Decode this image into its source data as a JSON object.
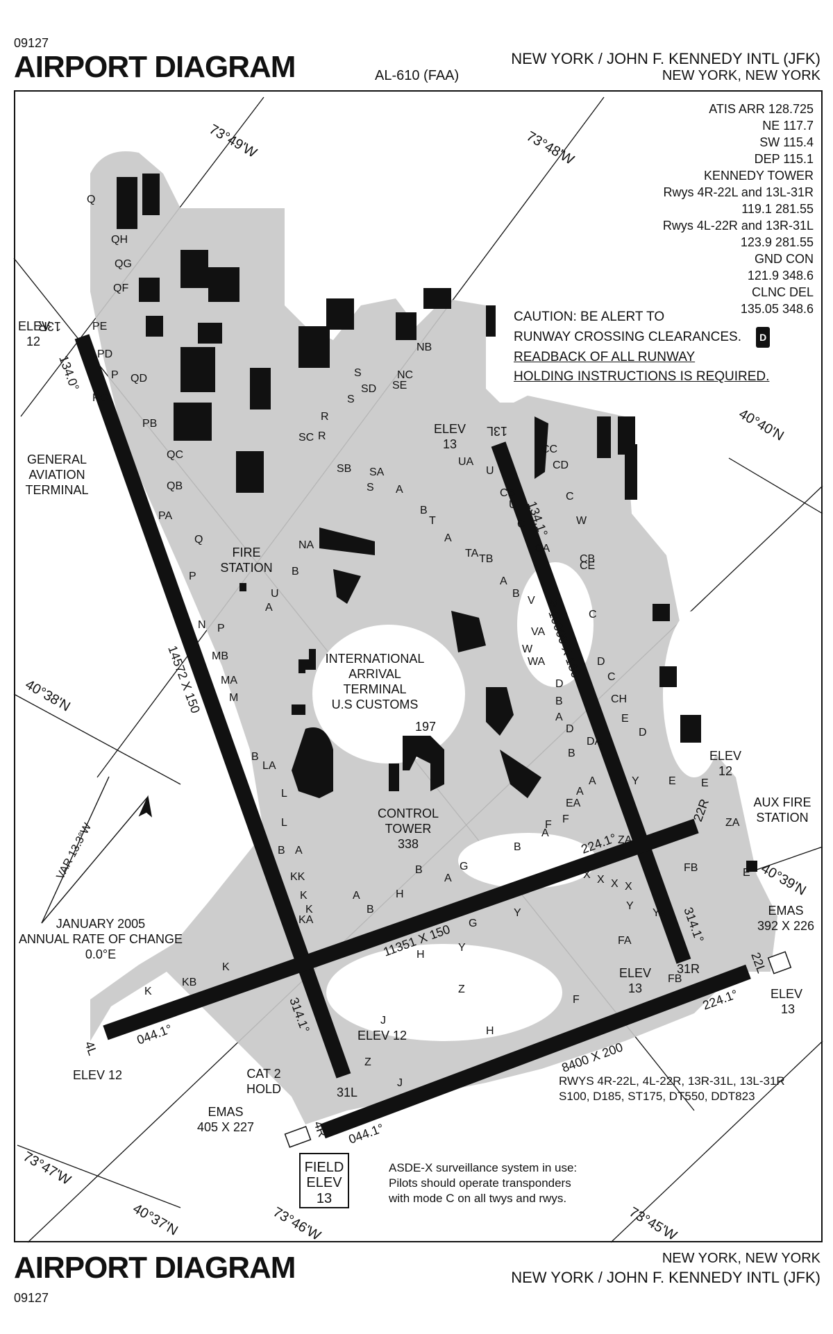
{
  "header": {
    "code": "09127",
    "title": "AIRPORT DIAGRAM",
    "chart_id": "AL-610 (FAA)",
    "airport": "NEW YORK / JOHN F. KENNEDY INTL (JFK)",
    "city": "NEW YORK, NEW YORK"
  },
  "footer": {
    "title": "AIRPORT DIAGRAM",
    "code": "09127",
    "city": "NEW YORK, NEW YORK",
    "airport": "NEW YORK / JOHN F. KENNEDY INTL (JFK)"
  },
  "frequencies": [
    "ATIS ARR 128.725",
    "NE 117.7",
    "SW 115.4",
    "DEP 115.1",
    "KENNEDY TOWER",
    "Rwys 4R-22L and 13L-31R",
    "119.1  281.55",
    "Rwys 4L-22R and 13R-31L",
    "123.9  281.55",
    "GND CON",
    "121.9  348.6",
    "CLNC DEL",
    "135.05  348.6"
  ],
  "caution": {
    "line1": "CAUTION: BE ALERT TO",
    "line2": "RUNWAY CROSSING CLEARANCES.",
    "line3": "READBACK OF ALL RUNWAY",
    "line4": "HOLDING INSTRUCTIONS IS REQUIRED.",
    "badge": "D"
  },
  "labels": {
    "lon_4749": "73°49'W",
    "lon_4748": "73°48'W",
    "lat_4040": "40°40'N",
    "lat_4038": "40°38'N",
    "lat_4039": "40°39'N",
    "lon_4747": "73°47'W",
    "lat_4037": "40°37'N",
    "lon_4746": "73°46'W",
    "lon_4745": "73°45'W",
    "ga_terminal_1": "GENERAL",
    "ga_terminal_2": "AVIATION",
    "ga_terminal_3": "TERMINAL",
    "fire_station_1": "FIRE",
    "fire_station_2": "STATION",
    "iat_1": "INTERNATIONAL",
    "iat_2": "ARRIVAL",
    "iat_3": "TERMINAL",
    "iat_4": "U.S CUSTOMS",
    "obstacle": "197",
    "tower_1": "CONTROL",
    "tower_2": "TOWER",
    "tower_3": "338",
    "aux_fire_1": "AUX FIRE",
    "aux_fire_2": "STATION",
    "var": "VAR 13.3°W",
    "rate_1": "JANUARY 2005",
    "rate_2": "ANNUAL RATE OF CHANGE",
    "rate_3": "0.0°E",
    "cat2_1": "CAT 2",
    "cat2_2": "HOLD",
    "emas_sw_1": "EMAS",
    "emas_sw_2": "405 X 227",
    "emas_ne_1": "EMAS",
    "emas_ne_2": "392 X 226",
    "field_1": "FIELD",
    "field_2": "ELEV",
    "field_3": "13",
    "asde_1": "ASDE-X surveillance system in use:",
    "asde_2": "Pilots should operate transponders",
    "asde_3": "with mode C on all twys and rwys.",
    "strength_1": "RWYS 4R-22L, 4L-22R, 13R-31L, 13L-31R",
    "strength_2": "S100, D185, ST175, DT550, DDT823"
  },
  "runways": {
    "r13r_label": "13R",
    "r13r_elev_1": "ELEV",
    "r13r_elev_2": "12",
    "r13r_hdg": "134.0°",
    "r13r_dims": "14572 X 150",
    "r13l_label": "13L",
    "r13l_elev_1": "ELEV",
    "r13l_elev_2": "13",
    "r13l_hdg": "134.1°",
    "r13l_dims": "10000 X 150",
    "r22r_label": "22R",
    "r22r_elev_1": "ELEV",
    "r22r_elev_2": "12",
    "r22r_hdg": "224.1°",
    "r4l_dims": "11351 X 150",
    "r4l_label": "4L",
    "r4l_elev": "ELEV 12",
    "r4l_hdg": "044.1°",
    "r31l_label": "31L",
    "r31l_hdg": "314.1°",
    "r31l_elev": "ELEV 12",
    "r31r_label": "31R",
    "r31r_hdg": "314.1°",
    "r31r_elev_1": "ELEV",
    "r31r_elev_2": "13",
    "r22l_label": "22L",
    "r22l_hdg": "224.1°",
    "r22l_elev_1": "ELEV",
    "r22l_elev_2": "13",
    "r4r_label": "4R",
    "r4r_hdg": "044.1°",
    "r4r_dims": "8400 X 200"
  },
  "taxiways": [
    "Q",
    "QH",
    "QG",
    "QF",
    "PE",
    "PD",
    "P",
    "QD",
    "PC",
    "PB",
    "QC",
    "QB",
    "PA",
    "Q",
    "P",
    "N",
    "P",
    "MB",
    "MA",
    "M",
    "B",
    "LA",
    "L",
    "L",
    "A",
    "B",
    "KK",
    "K",
    "K",
    "KA",
    "KB",
    "K",
    "K",
    "A",
    "B",
    "H",
    "B",
    "A",
    "G",
    "B",
    "A",
    "G",
    "Y",
    "H",
    "Y",
    "J",
    "Z",
    "Z",
    "J",
    "H",
    "F",
    "FA",
    "YA",
    "Y",
    "X",
    "X",
    "X",
    "X",
    "FB",
    "FB",
    "E",
    "E",
    "E",
    "ZA",
    "ZA",
    "F",
    "F",
    "EA",
    "A",
    "A",
    "B",
    "DA",
    "D",
    "A",
    "B",
    "D",
    "WA",
    "W",
    "VA",
    "W",
    "V",
    "B",
    "A",
    "TB",
    "TA",
    "A",
    "T",
    "B",
    "A",
    "S",
    "SA",
    "SB",
    "R",
    "SC",
    "R",
    "S",
    "SD",
    "S",
    "SE",
    "NC",
    "NB",
    "NA",
    "B",
    "A",
    "U",
    "UA",
    "U",
    "CB",
    "U",
    "C",
    "CA",
    "CB",
    "CC",
    "CD",
    "C",
    "W",
    "CE",
    "C",
    "D",
    "C",
    "CH",
    "D",
    "E",
    "Y"
  ]
}
